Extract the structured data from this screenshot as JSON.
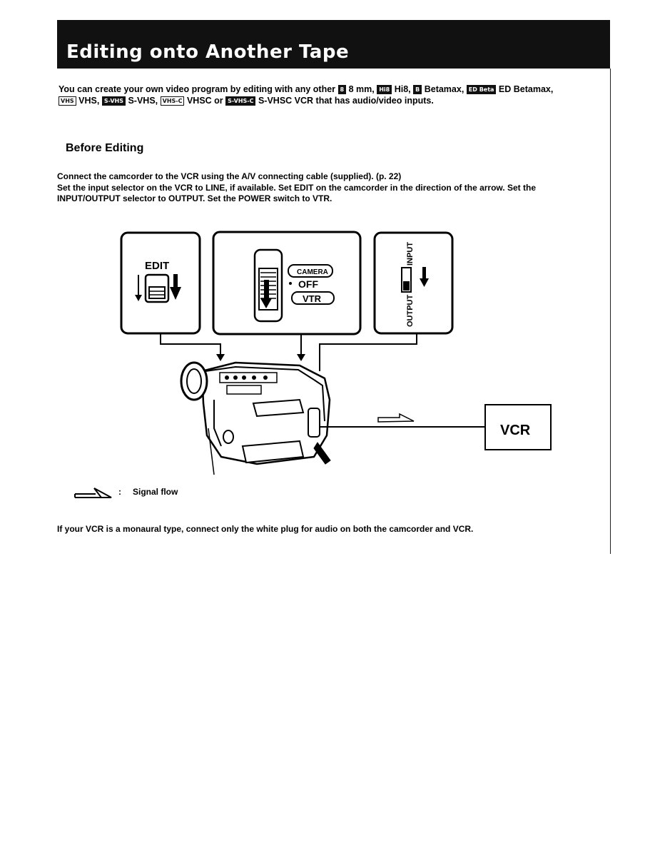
{
  "page": {
    "title": "Editing onto Another Tape"
  },
  "intro": {
    "t1": "You can create your own video program by editing with any other",
    "b_8mm": "8",
    "t2": "8 mm,",
    "b_hi8": "Hi8",
    "t3": "Hi8,",
    "b_beta": "B",
    "t4": "Betamax,",
    "b_edbeta": "ED Beta",
    "t5": "ED Betamax,",
    "b_vhs": "VHS",
    "t6": "VHS,",
    "b_svhs": "S-VHS",
    "t7": "S-VHS,",
    "b_vhsc": "VHS-C",
    "t8": "VHSC or",
    "b_svhsc": "S-VHS-C",
    "t9": "S-VHSC VCR that has audio/video inputs."
  },
  "before_editing": {
    "heading": "Before Editing",
    "line1": "Connect the camcorder to the VCR using the A/V connecting cable (supplied). (p. 22)",
    "line2": "Set the input selector on the VCR to LINE, if available. Set EDIT on the camcorder in the direction of the arrow. Set the INPUT/OUTPUT selector to OUTPUT. Set the POWER switch to VTR."
  },
  "diagram": {
    "edit_label": "EDIT",
    "power_camera": "CAMERA",
    "power_off": "OFF",
    "power_vtr": "VTR",
    "input_label": "INPUT",
    "output_label": "OUTPUT",
    "vcr_label": "VCR"
  },
  "legend": {
    "colon": ":",
    "text": "Signal flow"
  },
  "note": {
    "text": "If your VCR is a monaural type, connect only the white plug for audio on both the camcorder and VCR."
  }
}
